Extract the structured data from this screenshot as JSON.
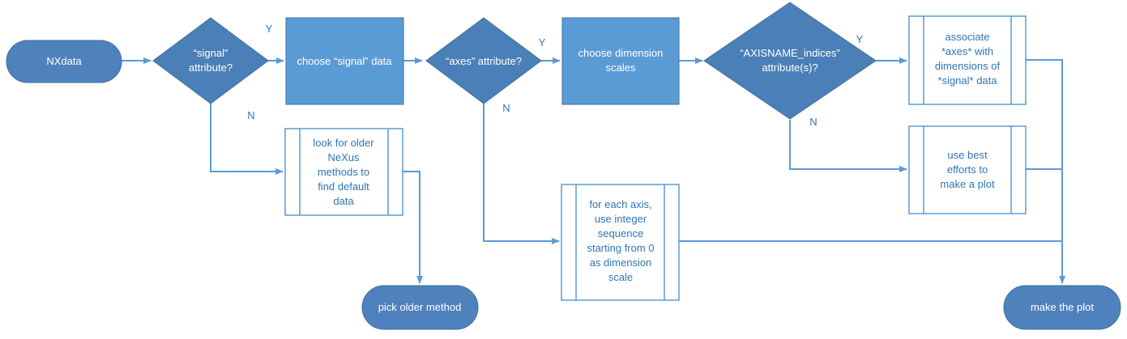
{
  "colors": {
    "terminal_fill": "#4f81bd",
    "decision_fill": "#4a7fb7",
    "process_fill": "#5b9bd5",
    "subprocess_stroke": "#5b9bd5",
    "line": "#5b9bd5",
    "text_on_fill": "#ffffff",
    "text_on_white": "#2e75b6"
  },
  "nodes": {
    "nxdata": {
      "label": "NXdata"
    },
    "signal_q": {
      "line1": "“signal”",
      "line2": "attribute?"
    },
    "choose_signal": {
      "label": "choose “signal” data"
    },
    "axes_q": {
      "label": "“axes” attribute?"
    },
    "choose_dim": {
      "line1": "choose dimension",
      "line2": "scales"
    },
    "axisname_q": {
      "line1": "“AXISNAME_indices”",
      "line2": "attribute(s)?"
    },
    "associate": {
      "line1": "associate",
      "line2": "*axes* with",
      "line3": "dimensions of",
      "line4": "*signal* data"
    },
    "best_efforts": {
      "line1": "use best",
      "line2": "efforts to",
      "line3": "make a plot"
    },
    "older_nexus": {
      "line1": "look for older",
      "line2": "NeXus",
      "line3": "methods to",
      "line4": "find default",
      "line5": "data"
    },
    "integer_seq": {
      "line1": "for each axis,",
      "line2": "use integer",
      "line3": "sequence",
      "line4": "starting from 0",
      "line5": "as dimension",
      "line6": "scale"
    },
    "pick_older": {
      "label": "pick older method"
    },
    "make_plot": {
      "label": "make the plot"
    }
  },
  "edge_labels": {
    "signal_y": "Y",
    "signal_n": "N",
    "axes_y": "Y",
    "axes_n": "N",
    "axisname_y": "Y",
    "axisname_n": "N"
  }
}
